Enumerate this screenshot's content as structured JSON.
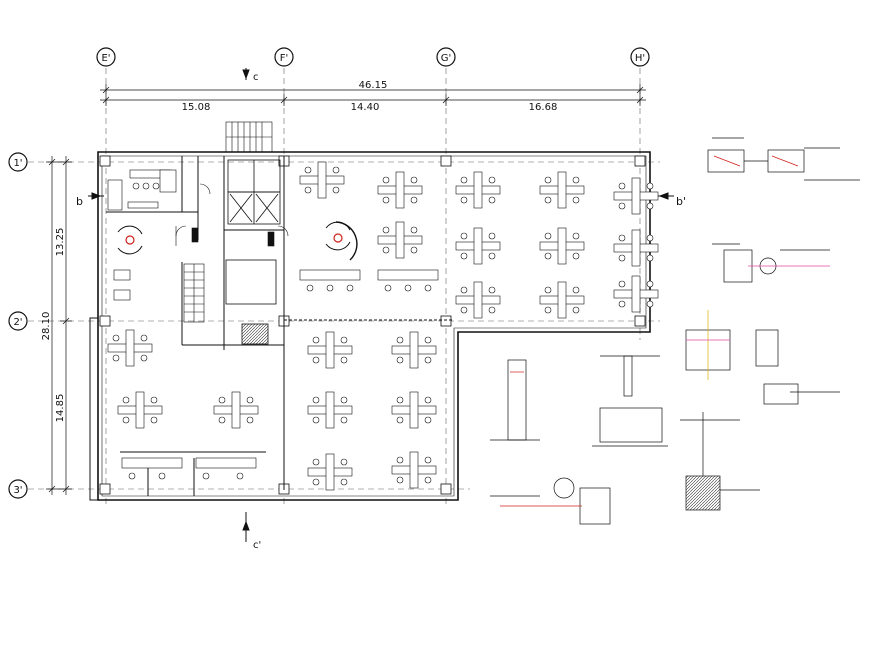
{
  "grid": {
    "columns": [
      "E'",
      "F'",
      "G'",
      "H'"
    ],
    "rows": [
      "1'",
      "2'",
      "3'"
    ]
  },
  "dimensions": {
    "overall_width": "46.15",
    "bay_1": "15.08",
    "bay_2": "14.40",
    "bay_3": "16.68",
    "upper_height": "13.25",
    "overall_height": "28.10",
    "lower_height": "14.85"
  },
  "sections": {
    "c_top": "c",
    "c_bottom": "c'",
    "b_left": "b",
    "b_right": "b'"
  },
  "colors": {
    "line": "#111111",
    "dash": "#555555",
    "accent_red": "#d0201a",
    "accent_pink": "#e04aa0",
    "accent_yellow": "#e0b000"
  },
  "icons": [
    "grid-bubble-icon",
    "section-arrow-icon",
    "workstation-cluster-icon",
    "toilet-icon",
    "stair-icon",
    "door-swing-icon"
  ]
}
